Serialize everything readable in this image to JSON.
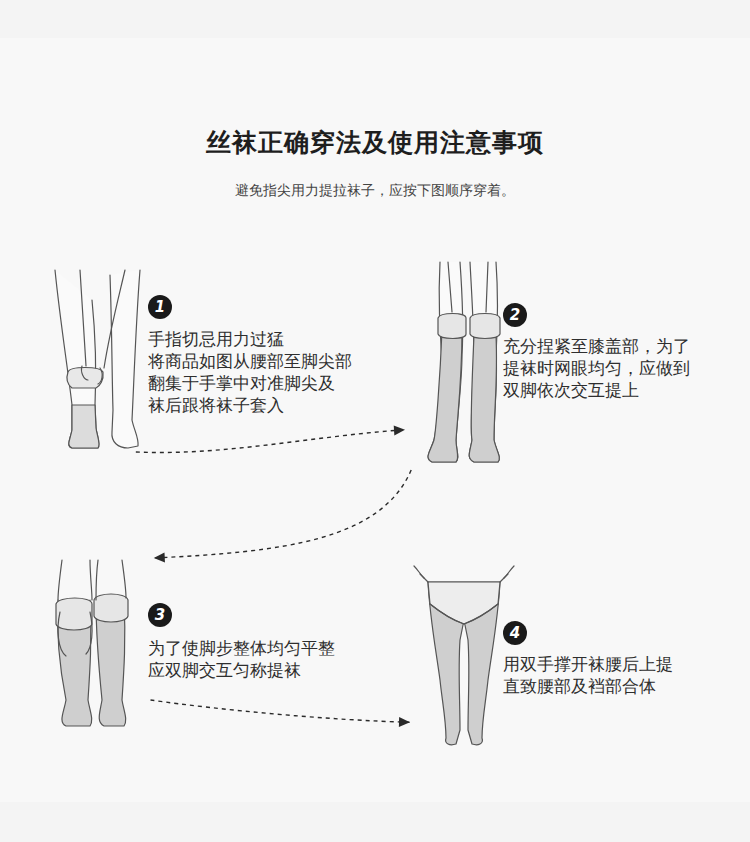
{
  "diagram": {
    "title": "丝袜正确穿法及使用注意事项",
    "nodes": [
      {
        "text": [
          "1",
          "手指切忌用力过猛 将商品如图从腰部至脚尖部 翻集于手掌中对准脚尖及 袜后跟将袜子套入"
        ]
      },
      {
        "text": [
          "2",
          "充分捏紧至膝盖部，为了 提袜时网眼均匀，应做到 双脚依次交互提上"
        ]
      },
      {
        "text": [
          "3",
          "为了使脚步整体均匀平整 应双脚交互匀称提袜"
        ]
      },
      {
        "text": [
          "4",
          "用双手撑开袜腰后上提 直致腰部及裆部合体"
        ]
      }
    ],
    "edges": [
      {
        "from": 0,
        "to": 1,
        "arrow": "to"
      },
      {
        "from": 1,
        "to": 2,
        "arrow": "to"
      },
      {
        "from": 2,
        "to": 3,
        "arrow": "to"
      }
    ],
    "labels": [
      "避免指尖用力提拉袜子，应按下图顺序穿着。"
    ]
  }
}
